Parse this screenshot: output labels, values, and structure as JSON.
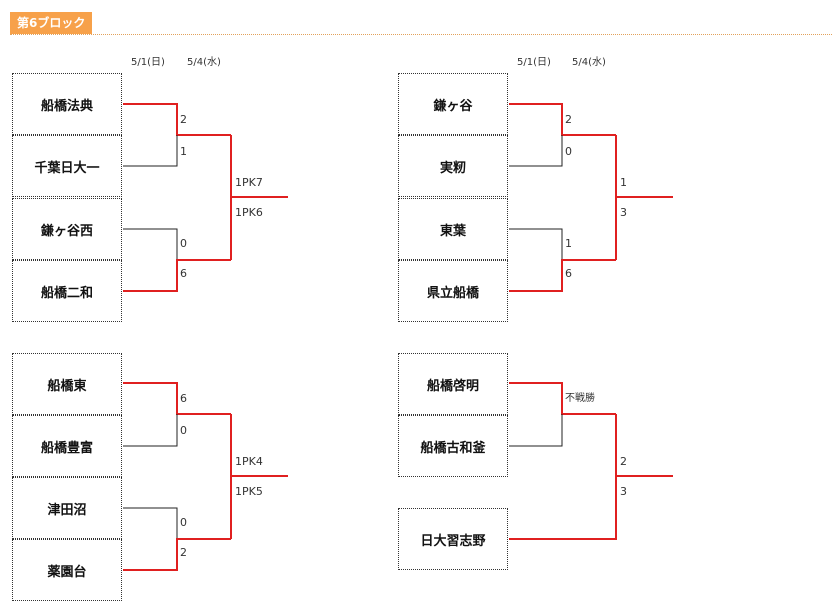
{
  "block_title": "第6ブロック",
  "brackets": [
    {
      "dates": [
        "5/1(日)",
        "5/4(水)"
      ],
      "teams": [
        "船橋法典",
        "千葉日大一",
        "鎌ヶ谷西",
        "船橋二和"
      ],
      "scores": {
        "r1a": [
          "2",
          "1"
        ],
        "r1b": [
          "0",
          "6"
        ],
        "final": [
          "1PK7",
          "1PK6"
        ]
      }
    },
    {
      "dates": [
        "5/1(日)",
        "5/4(水)"
      ],
      "teams": [
        "鎌ヶ谷",
        "実籾",
        "東葉",
        "県立船橋"
      ],
      "scores": {
        "r1a": [
          "2",
          "0"
        ],
        "r1b": [
          "1",
          "6"
        ],
        "final": [
          "1",
          "3"
        ]
      }
    },
    {
      "teams": [
        "船橋東",
        "船橋豊富",
        "津田沼",
        "薬園台"
      ],
      "scores": {
        "r1a": [
          "6",
          "0"
        ],
        "r1b": [
          "0",
          "2"
        ],
        "final": [
          "1PK4",
          "1PK5"
        ]
      }
    },
    {
      "teams": [
        "船橋啓明",
        "船橋古和釜",
        "日大習志野"
      ],
      "scores": {
        "r1a_note": "不戦勝",
        "final": [
          "2",
          "3"
        ]
      }
    }
  ],
  "colors": {
    "win": "#e02020",
    "loss": "#222222",
    "header_bg": "#f7a14a"
  }
}
